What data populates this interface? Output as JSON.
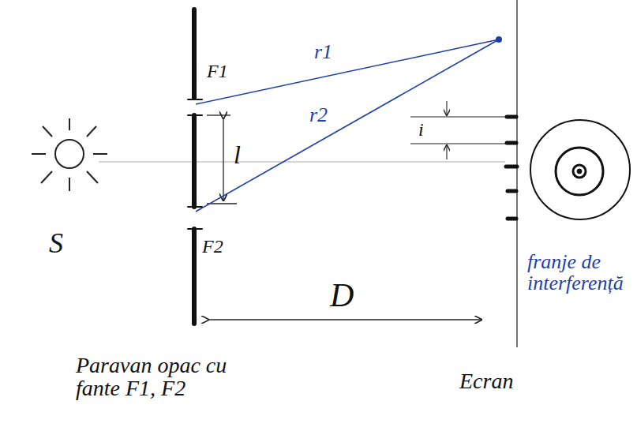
{
  "diagram": {
    "labels": [
      "F1",
      "F2",
      "l",
      "r1",
      "r2",
      "i",
      "S",
      "D",
      "Paravan opac cu fante F1, F2",
      "Ecran",
      "franje de interferență"
    ]
  }
}
